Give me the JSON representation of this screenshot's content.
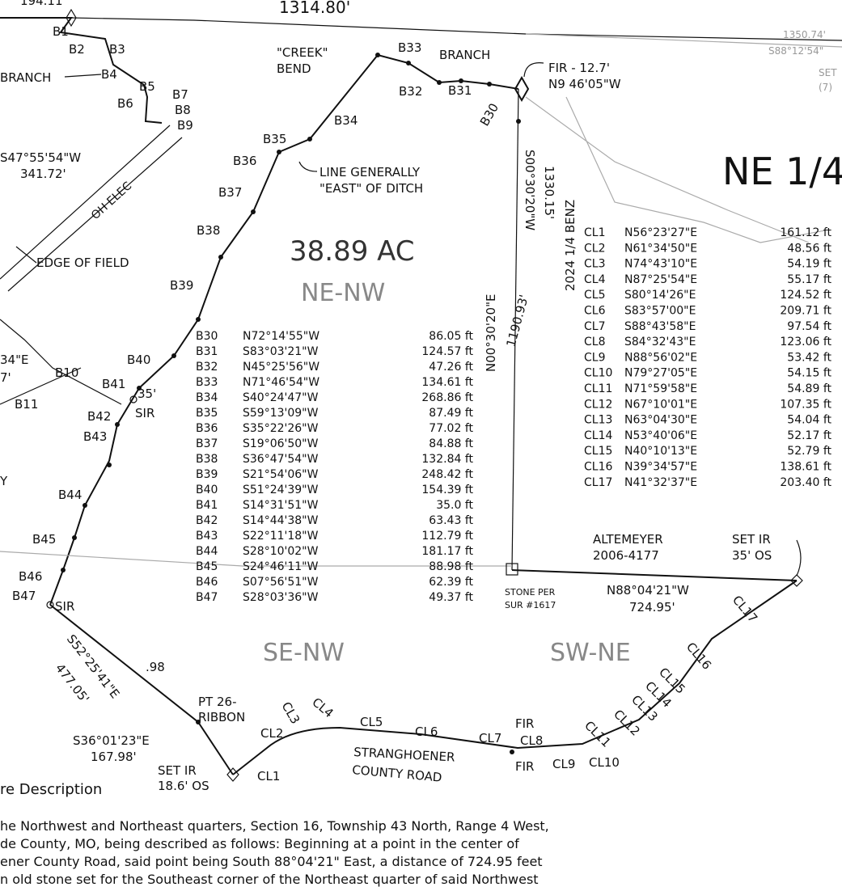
{
  "top": {
    "left_dim": "194.11'",
    "center_dim": "1314.80'",
    "right_dim_1": "1350.74'",
    "right_dim_2": "S88°12'54\"",
    "set_label": "SET",
    "set_sub": "(7)"
  },
  "section_label": "NE 1/4",
  "acreage": "38.89 AC",
  "quadrants": {
    "ne_nw": "NE-NW",
    "se_nw": "SE-NW",
    "sw_ne": "SW-NE"
  },
  "labels": {
    "creek_bend_1": "\"CREEK\"",
    "creek_bend_2": "BEND",
    "branch_top": "BRANCH",
    "branch_left": "BRANCH",
    "fir_1": "FIR - 12.7'",
    "fir_2": "N9 46'05\"W",
    "line_generally_1": "LINE GENERALLY",
    "line_generally_2": "\"EAST\" OF DITCH",
    "edge_of_field": "EDGE OF FIELD",
    "oh_elec": "OH ELEC",
    "left_bearing": "S47°55'54\"W",
    "left_dist": "341.72'",
    "vertical_bearing": "S00°30'20\"W",
    "vertical_dist": "1330.15'",
    "vertical_note": "2024 1/4 BENZ",
    "inner_bearing": "N00°30'20\"E",
    "inner_dist": "1190.93'",
    "altemeyer_1": "ALTEMEYER",
    "altemeyer_2": "2006-4177",
    "set_ir_1": "SET IR",
    "set_ir_2": "35' OS",
    "stone_1": "STONE PER",
    "stone_2": "SUR #1617",
    "south_bearing": "N88°04'21\"W",
    "south_dist": "724.95'",
    "sw_bearing": "S52°25'41\"E",
    "sw_dist": "477.05'",
    "g8": ".98",
    "pt26_1": "PT 26-",
    "pt26_2": "RIBBON",
    "bottom_bearing": "S36°01'23\"E",
    "bottom_dist": "167.98'",
    "set_ir_b1": "SET IR",
    "set_ir_b2": "18.6' OS",
    "road_1": "STRANGHOENER",
    "road_2": "COUNTY ROAD",
    "fir_a": "FIR",
    "fir_b": "FIR",
    "sir_35": "35'",
    "sir_a": "SIR",
    "sir_b": "SIR",
    "b10": "B10",
    "b11": "B11",
    "left_e": "34\"E",
    "left_7": "7'",
    "left_y": "Y"
  },
  "point_labels": [
    "B1",
    "B2",
    "B3",
    "B4",
    "B5",
    "B6",
    "B7",
    "B8",
    "B9",
    "B30",
    "B31",
    "B32",
    "B33",
    "B34",
    "B35",
    "B36",
    "B37",
    "B38",
    "B39",
    "B40",
    "B41",
    "B42",
    "B43",
    "B44",
    "B45",
    "B46",
    "B47"
  ],
  "road_labels": [
    "CL1",
    "CL2",
    "CL3",
    "CL4",
    "CL5",
    "CL6",
    "CL7",
    "CL8",
    "CL9",
    "CL10",
    "CL11",
    "CL12",
    "CL13",
    "CL14",
    "CL15",
    "CL16",
    "CL17"
  ],
  "b_table": [
    [
      "B30",
      "N72°14'55\"W",
      "86.05 ft"
    ],
    [
      "B31",
      "S83°03'21\"W",
      "124.57 ft"
    ],
    [
      "B32",
      "N45°25'56\"W",
      "47.26 ft"
    ],
    [
      "B33",
      "N71°46'54\"W",
      "134.61 ft"
    ],
    [
      "B34",
      "S40°24'47\"W",
      "268.86 ft"
    ],
    [
      "B35",
      "S59°13'09\"W",
      "87.49 ft"
    ],
    [
      "B36",
      "S35°22'26\"W",
      "77.02 ft"
    ],
    [
      "B37",
      "S19°06'50\"W",
      "84.88 ft"
    ],
    [
      "B38",
      "S36°47'54\"W",
      "132.84 ft"
    ],
    [
      "B39",
      "S21°54'06\"W",
      "248.42 ft"
    ],
    [
      "B40",
      "S51°24'39\"W",
      "154.39 ft"
    ],
    [
      "B41",
      "S14°31'51\"W",
      "35.0 ft"
    ],
    [
      "B42",
      "S14°44'38\"W",
      "63.43 ft"
    ],
    [
      "B43",
      "S22°11'18\"W",
      "112.79 ft"
    ],
    [
      "B44",
      "S28°10'02\"W",
      "181.17 ft"
    ],
    [
      "B45",
      "S24°46'11\"W",
      "88.98 ft"
    ],
    [
      "B46",
      "S07°56'51\"W",
      "62.39 ft"
    ],
    [
      "B47",
      "S28°03'36\"W",
      "49.37 ft"
    ]
  ],
  "cl_table": [
    [
      "CL1",
      "N56°23'27\"E",
      "161.12 ft"
    ],
    [
      "CL2",
      "N61°34'50\"E",
      "48.56 ft"
    ],
    [
      "CL3",
      "N74°43'10\"E",
      "54.19 ft"
    ],
    [
      "CL4",
      "N87°25'54\"E",
      "55.17 ft"
    ],
    [
      "CL5",
      "S80°14'26\"E",
      "124.52 ft"
    ],
    [
      "CL6",
      "S83°57'00\"E",
      "209.71 ft"
    ],
    [
      "CL7",
      "S88°43'58\"E",
      "97.54 ft"
    ],
    [
      "CL8",
      "S84°32'43\"E",
      "123.06 ft"
    ],
    [
      "CL9",
      "N88°56'02\"E",
      "53.42 ft"
    ],
    [
      "CL10",
      "N79°27'05\"E",
      "54.15 ft"
    ],
    [
      "CL11",
      "N71°59'58\"E",
      "54.89 ft"
    ],
    [
      "CL12",
      "N67°10'01\"E",
      "107.35 ft"
    ],
    [
      "CL13",
      "N63°04'30\"E",
      "54.04 ft"
    ],
    [
      "CL14",
      "N53°40'06\"E",
      "52.17 ft"
    ],
    [
      "CL15",
      "N40°10'13\"E",
      "52.79 ft"
    ],
    [
      "CL16",
      "N39°34'57\"E",
      "138.61 ft"
    ],
    [
      "CL17",
      "N41°32'37\"E",
      "203.40 ft"
    ]
  ],
  "description": {
    "title": "re Description",
    "lines": [
      "he Northwest and Northeast quarters, Section 16,  Township 43 North, Range 4 West,",
      "de County, MO, being described as follows: Beginning at a point in the center of",
      "ener County Road, said point being South 88°04'21\" East, a distance of 724.95 feet",
      "n old stone set for the Southeast corner of the Northeast quarter of said Northwest"
    ]
  }
}
